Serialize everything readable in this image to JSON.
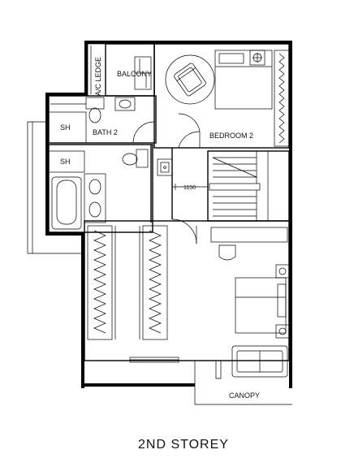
{
  "plan": {
    "title": "2ND STOREY",
    "rooms": {
      "ac_ledge": "A/C LEDGE",
      "balcony": "BALCONY",
      "bath2": "BATH 2",
      "bedroom2": "BEDROOM 2",
      "sh_upper": "SH",
      "sh_lower": "SH",
      "canopy": "CANOPY"
    },
    "dimension": "1150"
  }
}
